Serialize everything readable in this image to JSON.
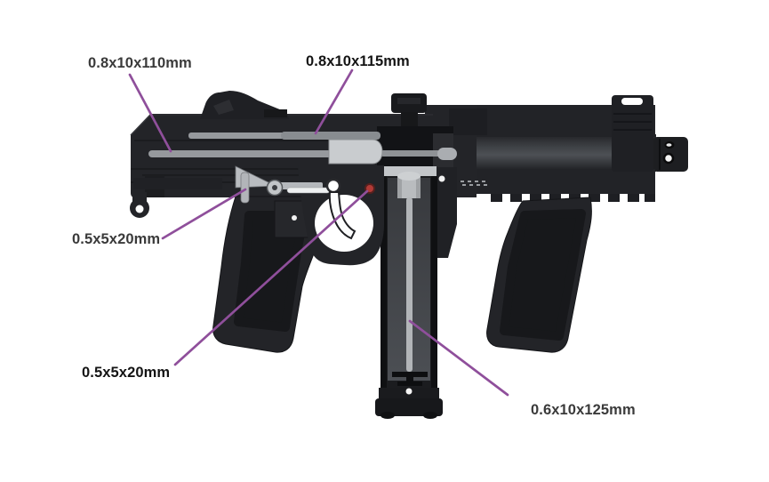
{
  "page": {
    "background_color": "#ffffff",
    "description": "Technical diagram of a submachine gun (side view) with spring dimension callouts"
  },
  "diagram": {
    "leader_color": "#8f4f9b",
    "highlight_dot_color": "#b23a36",
    "gun_color": "#232428",
    "spring_color": "#96999d",
    "annotations": [
      {
        "part": "lower-recoil-spring",
        "text": "0.8x10x110mm",
        "bold": false
      },
      {
        "part": "upper-recoil-spring",
        "text": "0.8x10x115mm",
        "bold": true
      },
      {
        "part": "sear-spring-pin",
        "text": "0.5x5x20mm",
        "bold": false
      },
      {
        "part": "trigger-spring-pin",
        "text": "0.5x5x20mm",
        "bold": true
      },
      {
        "part": "magazine-spring",
        "text": "0.6x10x125mm",
        "bold": false
      }
    ]
  }
}
